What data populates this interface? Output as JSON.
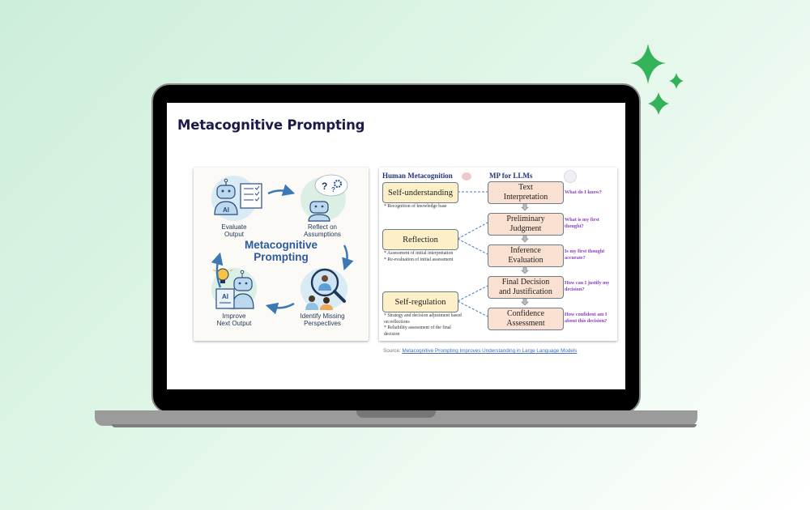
{
  "slide": {
    "title": "Metacognitive Prompting"
  },
  "cycle_diagram": {
    "center_title_line1": "Metacognitive",
    "center_title_line2": "Prompting",
    "steps": [
      {
        "label_line1": "Evaluate",
        "label_line2": "Output",
        "icon": "robot-checklist-icon"
      },
      {
        "label_line1": "Reflect on",
        "label_line2": "Assumptions",
        "icon": "robot-thinking-icon"
      },
      {
        "label_line1": "Identify Missing",
        "label_line2": "Perspectives",
        "icon": "magnifier-people-icon"
      },
      {
        "label_line1": "Improve",
        "label_line2": "Next Output",
        "icon": "robot-lightbulb-icon"
      }
    ],
    "ai_badge": "AI"
  },
  "mp_diagram": {
    "human_title": "Human Metacognition",
    "llm_title": "MP for LLMs",
    "human_stages": [
      {
        "label": "Self-understanding",
        "notes": [
          "* Recognition of knowledge base"
        ]
      },
      {
        "label": "Reflection",
        "notes": [
          "* Assessment of initial interpretation",
          "* Re-evaluation of initial assessment"
        ]
      },
      {
        "label": "Self-regulation",
        "notes": [
          "* Strategy and decision adjustment based on reflections",
          "* Reliability assessment of the final decision"
        ]
      }
    ],
    "llm_stages": [
      {
        "line1": "Text",
        "line2": "Interpretation",
        "question": "What do I know?"
      },
      {
        "line1": "Preliminary",
        "line2": "Judgment",
        "question": "What is my first thought?"
      },
      {
        "line1": "Inference",
        "line2": "Evaluation",
        "question": "Is my first thought accurate?"
      },
      {
        "line1": "Final Decision",
        "line2": "and Justification",
        "question": "How can I justify my decision?"
      },
      {
        "line1": "Confidence",
        "line2": "Assessment",
        "question": "How confident am I about this decision?"
      }
    ]
  },
  "source": {
    "prefix": "Source:",
    "link_text": "Metacognitive Prompting Improves Understanding in Large Language Models"
  },
  "colors": {
    "sparkle": "#34b25a",
    "title": "#1c1a4a",
    "accent_blue": "#2c5aa0",
    "question_purple": "#8a3fc4"
  }
}
